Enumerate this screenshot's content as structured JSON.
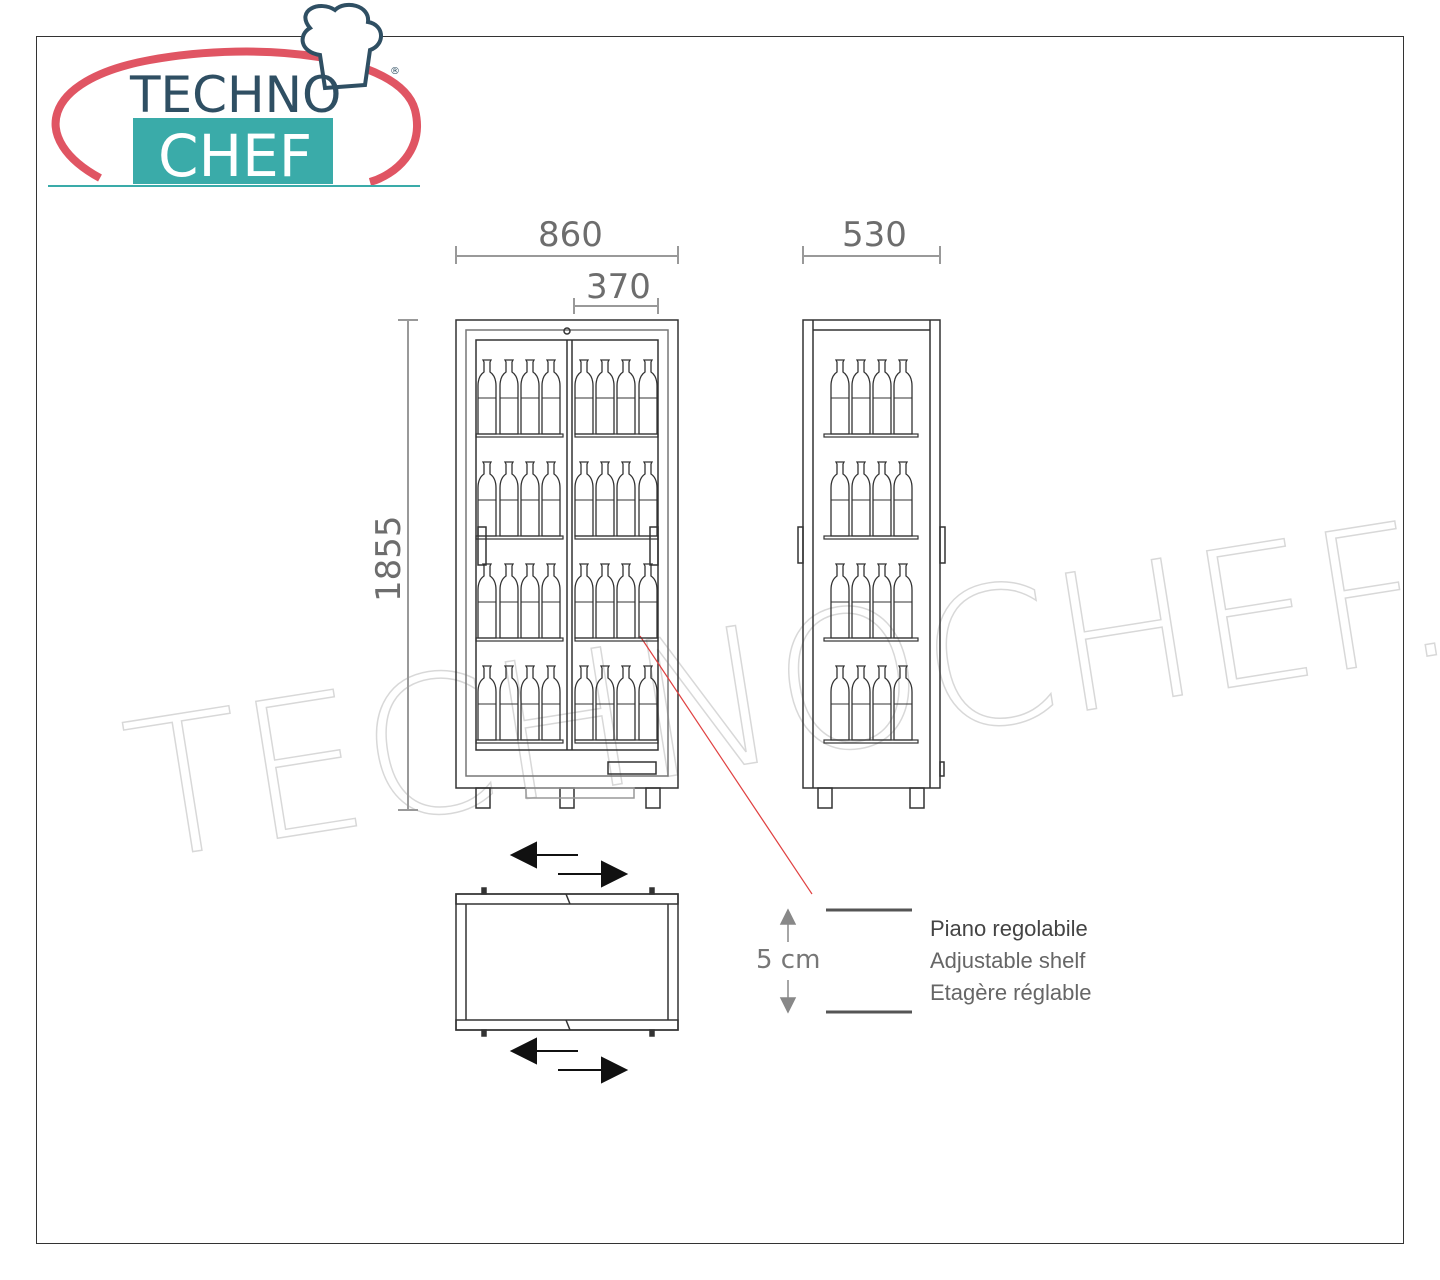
{
  "logo": {
    "line1": "TECHNO",
    "line2": "CHEF",
    "registered": "®"
  },
  "watermark": "TECHNOCHEF.IT",
  "dimensions": {
    "width_total": "860",
    "door_width": "370",
    "depth": "530",
    "height": "1855",
    "shelf_step": "5 cm"
  },
  "legend": {
    "it": "Piano regolabile",
    "en": "Adjustable shelf",
    "fr": "Etagère réglable"
  },
  "colors": {
    "logo_red": "#e05563",
    "logo_teal": "#3aaba9",
    "logo_navy": "#2f4f63",
    "leader_red": "#e04040"
  }
}
